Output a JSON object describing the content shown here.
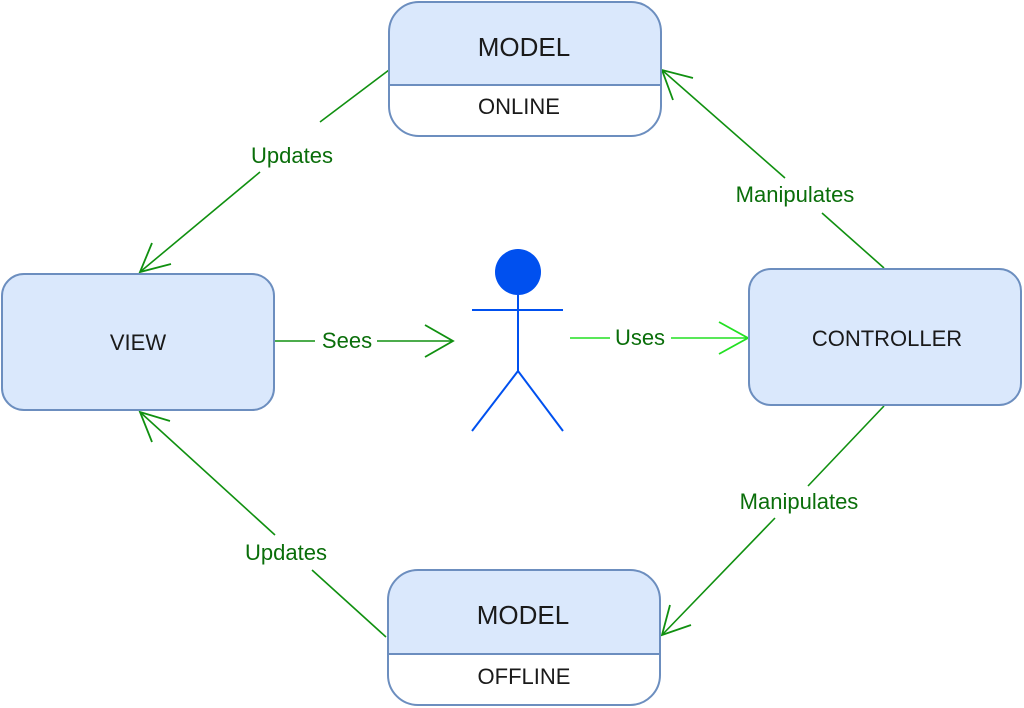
{
  "colors": {
    "node_fill": "#dae8fc",
    "node_stroke": "#6c8ebf",
    "edge": "#109010",
    "edge_bright": "#22e022",
    "edge_label": "#0a6e0a",
    "actor": "#0050ef"
  },
  "nodes": {
    "model_online": {
      "title": "MODEL",
      "subtitle": "ONLINE"
    },
    "view": {
      "title": "VIEW"
    },
    "controller": {
      "title": "CONTROLLER"
    },
    "model_offline": {
      "title": "MODEL",
      "subtitle": "OFFLINE"
    }
  },
  "actor": {
    "icon": "stick-figure-user-icon"
  },
  "edges": {
    "model_online_to_view": {
      "label": "Updates"
    },
    "view_to_actor": {
      "label": "Sees"
    },
    "actor_to_controller": {
      "label": "Uses"
    },
    "controller_to_model_online": {
      "label": "Manipulates"
    },
    "controller_to_model_offline": {
      "label": "Manipulates"
    },
    "model_offline_to_view": {
      "label": "Updates"
    }
  }
}
